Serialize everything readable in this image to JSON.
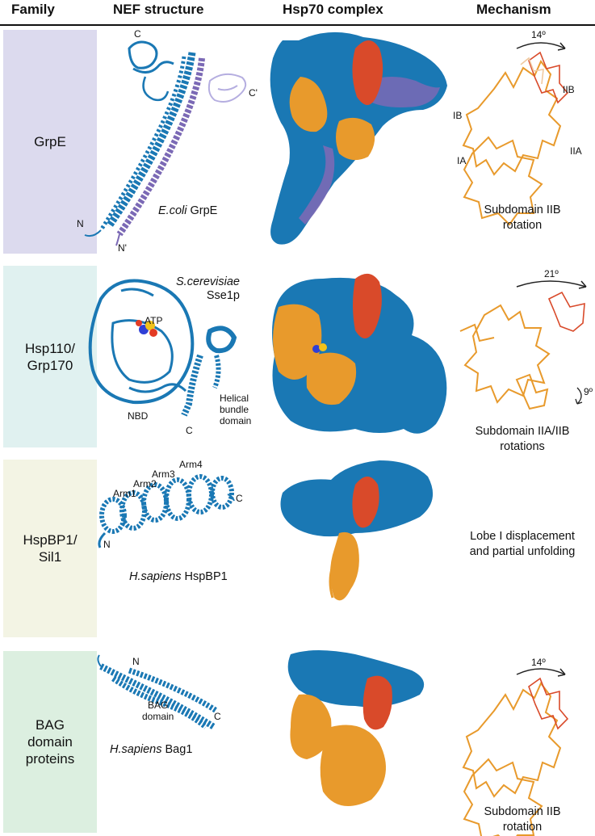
{
  "headers": {
    "family": "Family",
    "nef": "NEF structure",
    "complex": "Hsp70 complex",
    "mechanism": "Mechanism"
  },
  "colors": {
    "grpe_band": "#dcdaee",
    "hsp110_band": "#e0f1f0",
    "hspbp1_band": "#f3f4e4",
    "bag_band": "#dcefe0",
    "nef_blue": "#1a78b4",
    "purple": "#7b69b5",
    "orange": "#e89a2c",
    "red": "#d94a2a"
  },
  "rows": [
    {
      "family_line1": "GrpE",
      "family_line2": "",
      "caption_italic": "E.coli",
      "caption_rest": " GrpE",
      "labels": {
        "c": "C",
        "c_prime": "C'",
        "n": "N",
        "n_prime": "N'"
      },
      "angle": "14º",
      "mech_labels": {
        "iib": "IIB",
        "ib": "IB",
        "ia": "IA",
        "iia": "IIA"
      },
      "mechanism_line1": "Subdomain IIB",
      "mechanism_line2": "rotation"
    },
    {
      "family_line1": "Hsp110/",
      "family_line2": "Grp170",
      "caption_italic": "S.cerevisiae",
      "caption_rest": "Sse1p",
      "labels": {
        "atp": "ATP",
        "nbd": "NBD",
        "helical1": "Helical",
        "helical2": "bundle",
        "helical3": "domain",
        "c": "C"
      },
      "angle": "21º",
      "angle2": "9º",
      "mechanism_line1": "Subdomain IIA/IIB",
      "mechanism_line2": "rotations"
    },
    {
      "family_line1": "HspBP1/",
      "family_line2": "Sil1",
      "caption_italic": "H.sapiens",
      "caption_rest": " HspBP1",
      "labels": {
        "arm1": "Arm1",
        "arm2": "Arm2",
        "arm3": "Arm3",
        "arm4": "Arm4",
        "c": "C",
        "n": "N"
      },
      "mechanism_line1": "Lobe I displacement",
      "mechanism_line2": "and partial unfolding"
    },
    {
      "family_line1": "BAG",
      "family_line2": "domain",
      "family_line3": "proteins",
      "caption_italic": "H.sapiens",
      "caption_rest": " Bag1",
      "labels": {
        "n": "N",
        "c": "C",
        "bag1": "BAG",
        "bag2": "domain"
      },
      "angle": "14º",
      "mechanism_line1": "Subdomain IIB",
      "mechanism_line2": "rotation"
    }
  ]
}
